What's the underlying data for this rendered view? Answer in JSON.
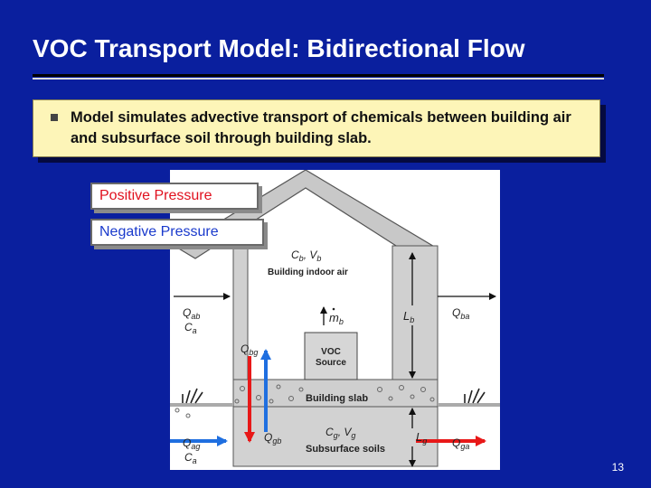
{
  "slide": {
    "title": "VOC Transport Model: Bidirectional Flow",
    "bullet": "Model simulates advective transport of chemicals between building air and subsurface soil through building slab.",
    "page_number": "13"
  },
  "legend": {
    "positive_pressure": "Positive Pressure",
    "negative_pressure": "Negative Pressure"
  },
  "diagram": {
    "cb_vb": "C",
    "cb_sub": "b",
    "vb": ", V",
    "vb_sub": "b",
    "building_indoor_air": "Building indoor air",
    "qab": "Q",
    "qab_sub": "ab",
    "ca_top": "C",
    "ca_top_sub": "a",
    "mb": "m",
    "mb_sub": "b",
    "lb": "L",
    "lb_sub": "b",
    "qba": "Q",
    "qba_sub": "ba",
    "qbg": "Q",
    "qbg_sub": "bg",
    "voc_source_line1": "VOC",
    "voc_source_line2": "Source",
    "building_slab": "Building slab",
    "qgb": "Q",
    "qgb_sub": "gb",
    "cg_vg": "C",
    "cg_sub": "g",
    "vg": ", V",
    "vg_sub": "g",
    "lg": "L",
    "lg_sub": "g",
    "subsurface_soils": "Subsurface soils",
    "qag": "Q",
    "qag_sub": "ag",
    "ca_bottom": "C",
    "ca_bottom_sub": "a",
    "qga": "Q",
    "qga_sub": "ga"
  },
  "colors": {
    "background": "#0a1f9e",
    "bullet_box": "#fdf5b8",
    "positive_arrow": "#e81818",
    "negative_arrow": "#1f6fe0",
    "roof": "#c8c8c8",
    "slab": "#cfcfcf",
    "soil": "#d2d2d2"
  }
}
